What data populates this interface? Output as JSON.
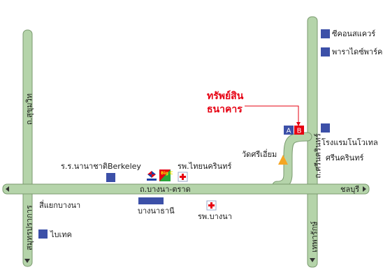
{
  "colors": {
    "road_fill": "#b5d4aa",
    "road_stroke": "#7a9a6f",
    "landmark_blue": "#3c50a8",
    "accent_red": "#e60012",
    "orange": "#f5a623",
    "background": "#ffffff"
  },
  "roads": {
    "sukhumvit": "ถ.สุขุมวิท",
    "bangna_trat": "ถ.บางนา-ตราด",
    "srinakarin": "ถ.ศรีนครินทร์"
  },
  "directions": {
    "samut_prakan": "สมุทรปราการ",
    "chonburi": "ชลบุรี",
    "thepharak": "เทพารักษ์"
  },
  "landmarks": {
    "seacon": "ซีคอนสแควร์",
    "paradise": "พาราไดซ์พาร์ค",
    "novotel_line1": "โรงแรมโนโวเทล",
    "novotel_line2": "ศรีนครินทร์",
    "berkeley": "ร.ร.นานาชาติBerkeley",
    "thainakarin": "รพ.ไทยนครินทร์",
    "wat": "วัดศรีเอี่ยม",
    "bangna_thani": "บางนาธานี",
    "bangna_hospital": "รพ.บางนา",
    "bitec": "ไบเทค",
    "intersection": "สี่แยกบางนา",
    "big_c": "Big C"
  },
  "target": {
    "line1": "ทรัพย์สิน",
    "line2": "ธนาคาร",
    "marker_a": "A",
    "marker_b": "B"
  }
}
